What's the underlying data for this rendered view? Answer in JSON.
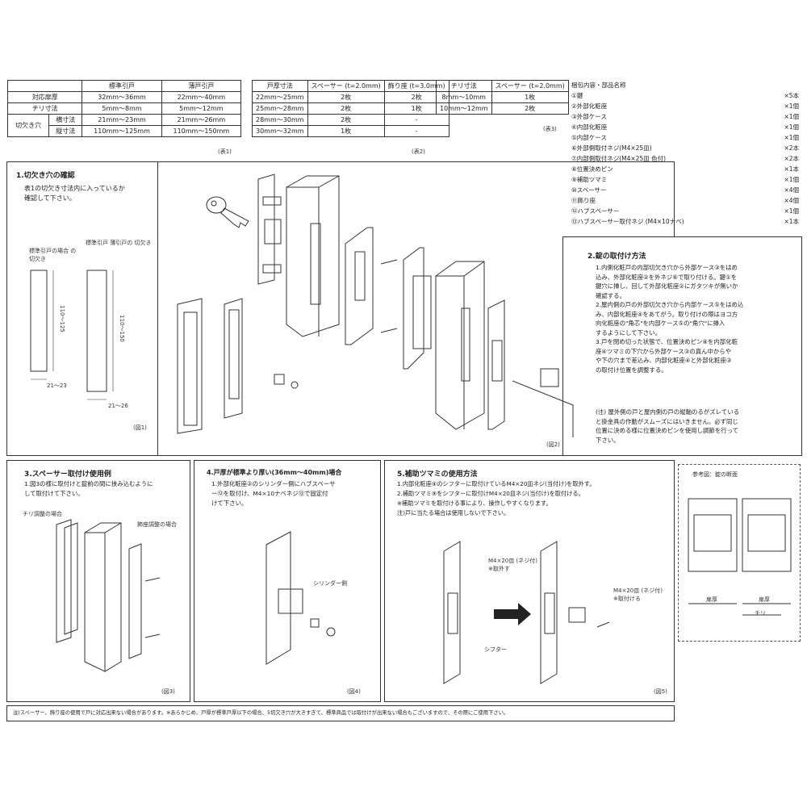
{
  "table1": {
    "headers": [
      "",
      "標準引戸",
      "薄戸引戸"
    ],
    "rows": [
      [
        "対応扉厚",
        "32mm〜36mm",
        "22mm〜40mm"
      ],
      [
        "チリ寸法",
        "5mm〜8mm",
        "5mm〜12mm"
      ]
    ],
    "cut_label": "切欠き穴",
    "cut_rows": [
      [
        "横寸法",
        "21mm〜23mm",
        "21mm〜26mm"
      ],
      [
        "縦寸法",
        "110mm〜125mm",
        "110mm〜150mm"
      ]
    ],
    "caption": "(表1)"
  },
  "table2": {
    "headers": [
      "戸厚寸法",
      "スペーサー (t=2.0mm)",
      "飾り座 (t=3.0mm)"
    ],
    "rows": [
      [
        "22mm〜25mm",
        "2枚",
        "2枚"
      ],
      [
        "25mm〜28mm",
        "2枚",
        "1枚"
      ],
      [
        "28mm〜30mm",
        "2枚",
        "-"
      ],
      [
        "30mm〜32mm",
        "1枚",
        "-"
      ]
    ],
    "caption": "(表2)"
  },
  "table3": {
    "headers": [
      "チリ寸法",
      "スペーサー (t=2.0mm)"
    ],
    "rows": [
      [
        "8mm〜10mm",
        "1枚"
      ],
      [
        "10mm〜12mm",
        "2枚"
      ]
    ],
    "caption": "(表3)"
  },
  "parts": {
    "title": "梱包内容・部品名称",
    "items": [
      {
        "name": "①鍵",
        "qty": "×5本"
      },
      {
        "name": "②外部化粧座",
        "qty": "×1個"
      },
      {
        "name": "③外部ケース",
        "qty": "×1個"
      },
      {
        "name": "④内部化粧座",
        "qty": "×1個"
      },
      {
        "name": "⑤内部ケース",
        "qty": "×1個"
      },
      {
        "name": "⑥外部側取付ネジ(M4×25皿)",
        "qty": "×2本"
      },
      {
        "name": "⑦内部側取付ネジ(M4×25皿 色付)",
        "qty": "×2本"
      },
      {
        "name": "⑧位置決めピン",
        "qty": "×1本"
      },
      {
        "name": "⑨補助ツマミ",
        "qty": "×1個"
      },
      {
        "name": "⑩スペーサー",
        "qty": "×4個"
      },
      {
        "name": "⑪飾り座",
        "qty": "×4個"
      },
      {
        "name": "⑫ハブスペーサー",
        "qty": "×1個"
      },
      {
        "name": "⑬ハブスペーサー取付ネジ (M4×10ナベ)",
        "qty": "×1本"
      }
    ]
  },
  "sec1": {
    "title": "1.切欠き穴の確認",
    "body": [
      "表1の切欠き寸法内に入っているか",
      "確認して下さい。"
    ],
    "label_standard": "標準引戸の場合 の切欠き",
    "label_thin": "標準引戸 薄引戸の 切欠き",
    "dim1_v": "110〜125",
    "dim1_h": "21〜23",
    "dim2_v": "110〜150",
    "dim2_h": "21〜26",
    "caption": "(図1)"
  },
  "fig2_caption": "(図2)",
  "sec2": {
    "title": "2.錠の取付け方法",
    "lines": [
      "1.内側化粧戸の内部切欠き穴から外部ケース③をはめ",
      "込み、外部化粧座②を外ネジ⑥で取り付ける。鍵①を",
      "鍵穴に挿し、回して外部化粧座②にガタツキが無いか",
      "確認する。",
      "2.屋内側の戸の外部切欠き穴から内部ケース⑤をはめ込",
      "み、内部化粧座④をあてがう。取り付けの際はヨコ方",
      "向化粧座の\"角芯\"を内部ケース⑤の\"角穴\"に挿入",
      "するようにして下さい。",
      "3.戸を閉め切った状態で、位置決めピン⑧を内部化粧",
      "座④ツマミの下穴から外部ケース③の真ん中からや",
      "や下の穴まで差込み、内部化粧座④と外部化粧座③",
      "の取付け位置を調整する。"
    ],
    "note": [
      "(注) 屋外側の戸と屋内側の戸の縦軸のるがズレている",
      "と掛金具の作動がスムーズにはいきません。必ず同じ",
      "位置に決める様に位置決めピンを使用し調節を行って",
      "下さい。"
    ]
  },
  "sec3": {
    "title": "3.スペーサー取付け使用例",
    "body": [
      "1.図3の様に取付けと錠前の間に挟み込むように",
      "して取付けて下さい。"
    ],
    "sub": "チリ調整の場合",
    "label_b": "飾座調整の場合",
    "caption": "(図3)"
  },
  "sec4": {
    "title": "4.戸厚が標準より厚い(36mm〜40mm)場合",
    "body": [
      "1.外部化粧座②のシリンダー側にハブスペーサ",
      "ー⑫を取付け、M4×10ナベネジ⑬で固定付",
      "けて下さい。"
    ],
    "label": "シリンダー側",
    "caption": "(図4)"
  },
  "sec5": {
    "title": "5.補助ツマミの使用方法",
    "body": [
      "1.内部化粧座④のシフターに取付けているM4×20皿ネジ(当付け)を取外す。",
      "2.補助ツマミ⑨をシフターに取付けM4×20皿ネジ(当付け)を取付ける。",
      "※補助ツマミを取付ける事により、操作しやすくなります。",
      "注)戸に当たる場合は使用しないで下さい。"
    ],
    "screw_label": "M4×20皿 (ネジ付)",
    "remove_label": "※取外す",
    "shifter": "シフター",
    "screw2_label": "M4×20皿 (ネジ付)",
    "attach_label": "※取付ける",
    "caption": "(図5)"
  },
  "ref": {
    "title": "参考図：錠の断面",
    "label_a": "扉厚",
    "label_b": "扉厚",
    "chiri": "チリ"
  },
  "footnote": "注)スペーサー、飾り座の使用で戸に対応出来ない場合があります。※あらかじめ、戸厚が標準戸厚以下の場合、5切欠き穴が大きすぎて、標準商品では取付けが出来ない場合もございますので、その際にご使用下さい。"
}
